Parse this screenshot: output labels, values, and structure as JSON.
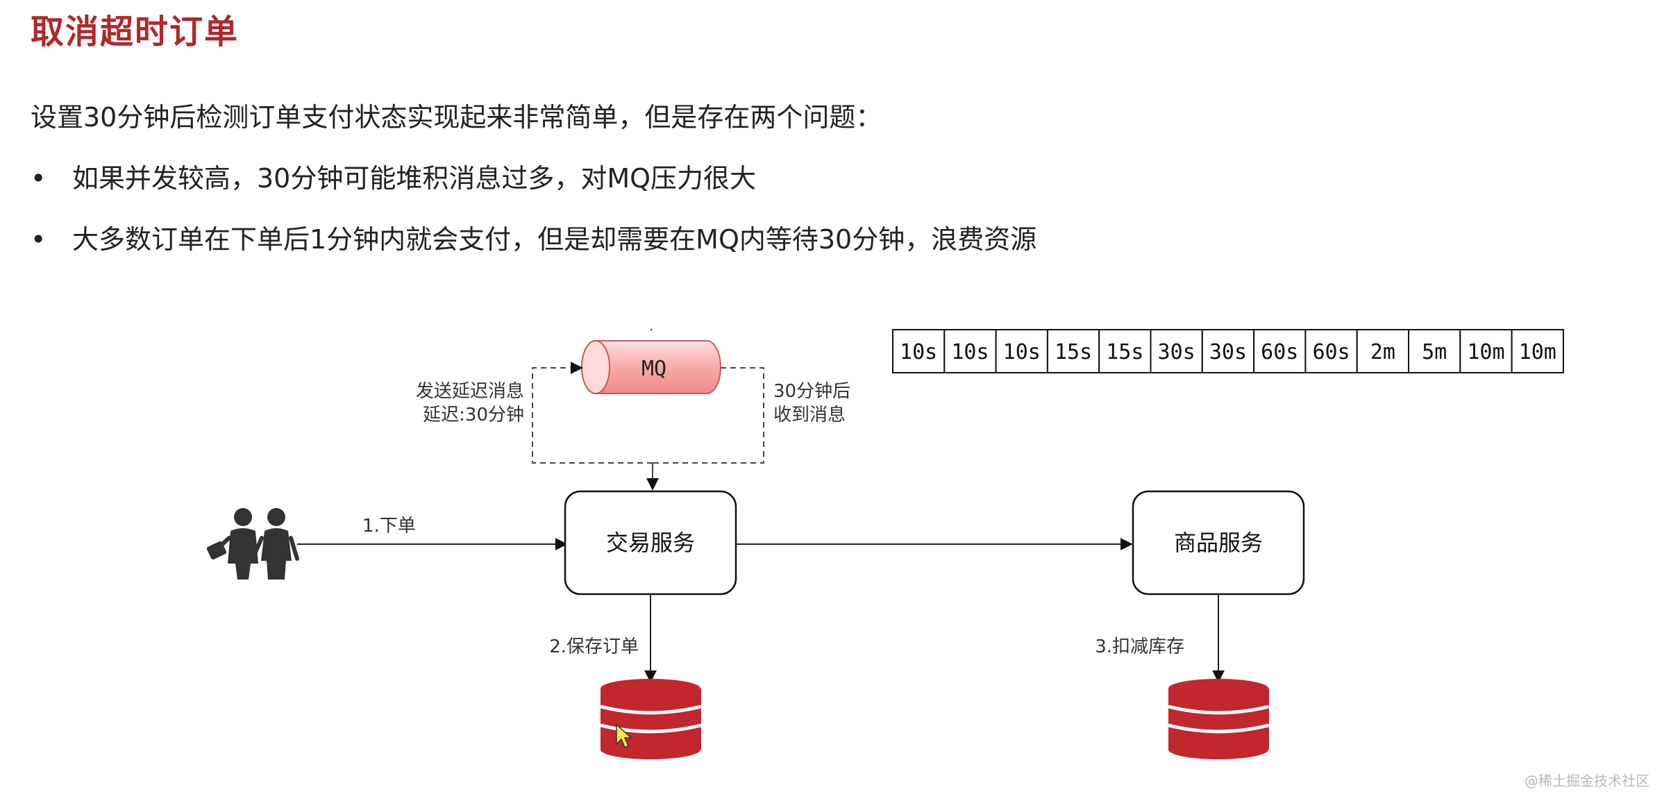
{
  "header": {
    "title": "取消超时订单"
  },
  "content": {
    "intro": "设置30分钟后检测订单支付状态实现起来非常简单，但是存在两个问题：",
    "bullets": [
      "如果并发较高，30分钟可能堆积消息过多，对MQ压力很大",
      "大多数订单在下单后1分钟内就会支付，但是却需要在MQ内等待30分钟，浪费资源"
    ],
    "bullet_marker": "•"
  },
  "diagram": {
    "mq_label": "MQ",
    "left_note_line1": "发送延迟消息",
    "left_note_line2": "延迟:30分钟",
    "right_note_line1": "30分钟后",
    "right_note_line2": "收到消息",
    "trade_service": "交易服务",
    "product_service": "商品服务",
    "step_order": "1.下单",
    "step_save": "2.保存订单",
    "step_stock": "3.扣减库存",
    "delay_levels": [
      "10s",
      "10s",
      "10s",
      "15s",
      "15s",
      "30s",
      "30s",
      "60s",
      "60s",
      "2m",
      "5m",
      "10m",
      "10m"
    ],
    "colors": {
      "db": "#c1272d",
      "mq_fill": "#f6a5a5",
      "accent_title": "#b0282b",
      "user_icon": "#333333"
    }
  },
  "footer": {
    "watermark": "@稀土掘金技术社区"
  }
}
